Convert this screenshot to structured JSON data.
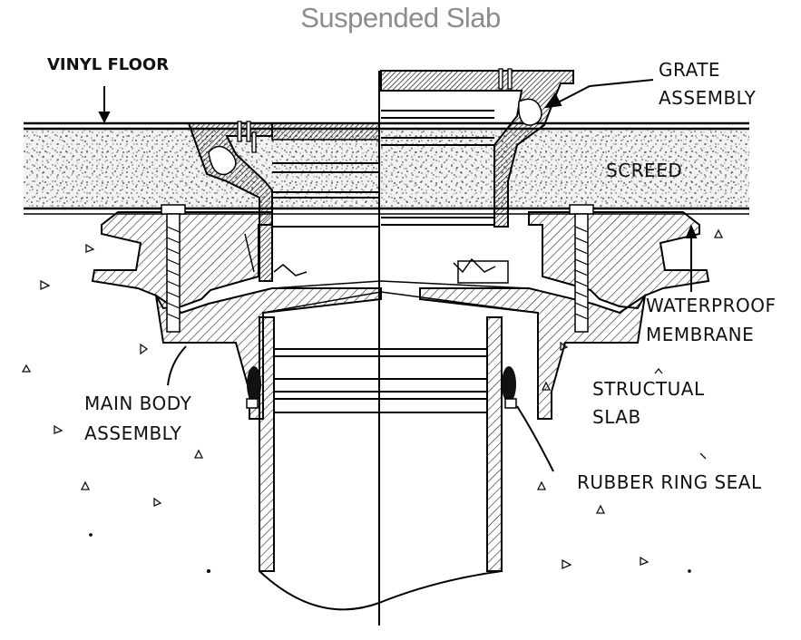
{
  "title": "Suspended Slab",
  "labels": {
    "vinyl_floor": "VINYL FLOOR",
    "grate_assembly_1": "GRATE",
    "grate_assembly_2": "ASSEMBLY",
    "screed": "SCREED",
    "waterproof_1": "WATERPROOF",
    "waterproof_2": "MEMBRANE",
    "structural_1": "STRUCTUAL",
    "structural_2": "SLAB",
    "main_body_1": "MAIN BODY",
    "main_body_2": "ASSEMBLY",
    "rubber_ring": "RUBBER RING SEAL"
  }
}
